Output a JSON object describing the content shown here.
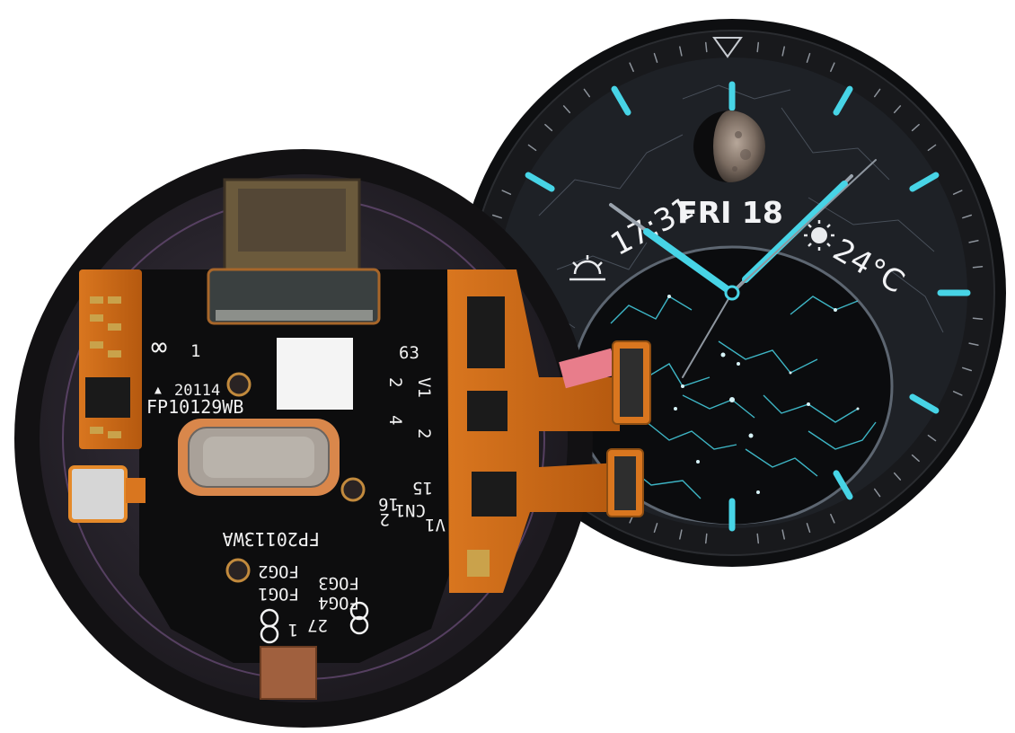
{
  "back": {
    "labels": {
      "pin_1": "1",
      "pin_63": "63",
      "date_code": "20114",
      "part_top": "FP10129WB",
      "part_bottom": "FP20113WA",
      "cn1": "CN1",
      "v1": "V1",
      "n15": "15",
      "n16": "16",
      "n2a": "2",
      "n2b": "2",
      "n4": "4",
      "n2c": "2",
      "fog1": "FOG1",
      "fog2": "FOG2",
      "fog3": "FOG3",
      "fog4": "FOG4",
      "n27": "27",
      "n1b": "1"
    }
  },
  "face": {
    "date": "FRI 18",
    "time": "17:31",
    "temperature": "24°C",
    "accent_color": "#47d4e6",
    "icons": [
      "sunrise-icon",
      "sun-icon",
      "moon-icon",
      "twelve-marker-icon"
    ]
  }
}
